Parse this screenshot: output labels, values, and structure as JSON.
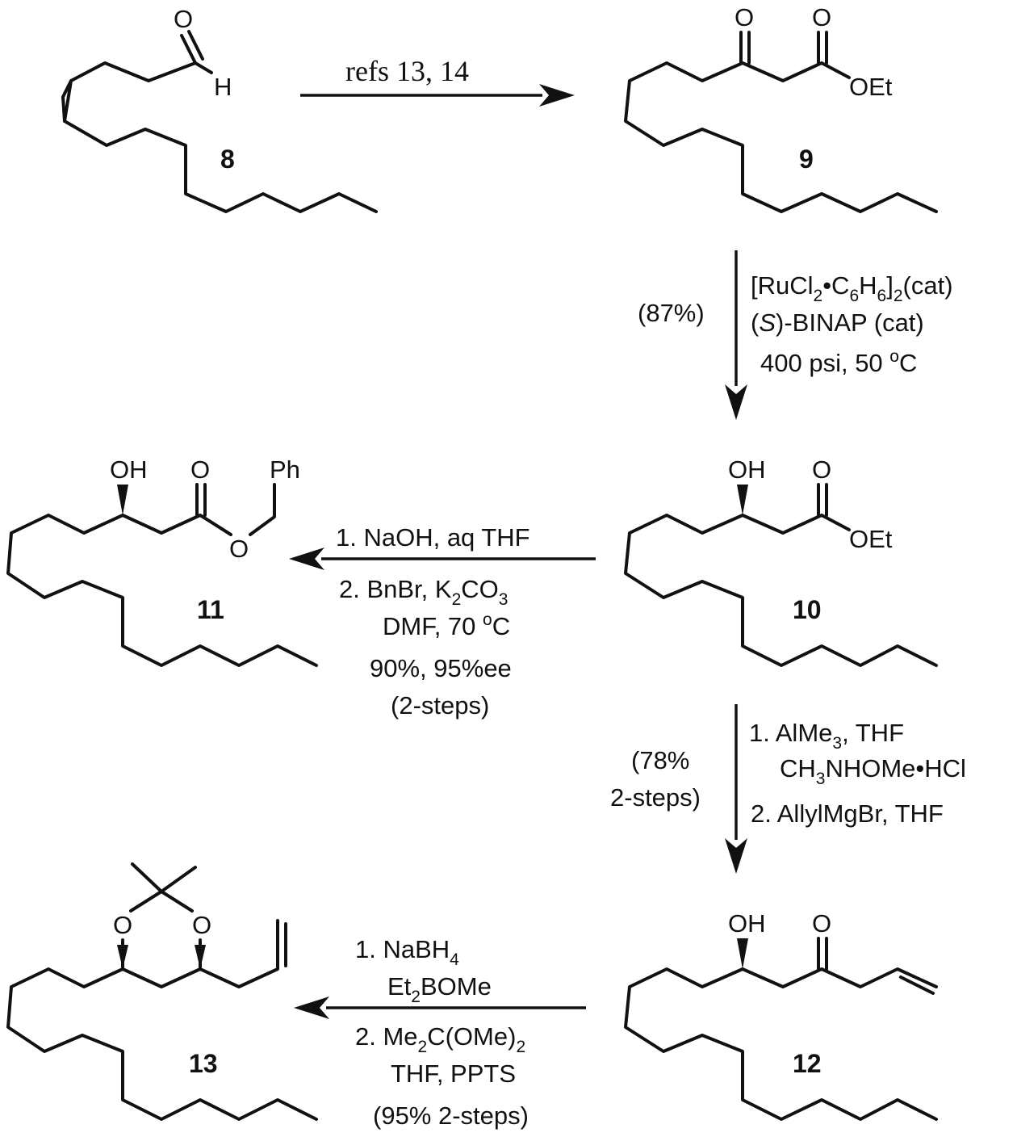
{
  "compounds": {
    "c8": {
      "number": "8",
      "atoms": {
        "O": "O",
        "H": "H"
      }
    },
    "c9": {
      "number": "9",
      "atoms": {
        "O1": "O",
        "O2": "O",
        "OEt": "OEt"
      }
    },
    "c10": {
      "number": "10",
      "atoms": {
        "OH": "OH",
        "O": "O",
        "OEt": "OEt"
      }
    },
    "c11": {
      "number": "11",
      "atoms": {
        "OH": "OH",
        "O1": "O",
        "O2": "O",
        "Ph": "Ph"
      }
    },
    "c12": {
      "number": "12",
      "atoms": {
        "OH": "OH",
        "O": "O"
      }
    },
    "c13": {
      "number": "13",
      "atoms": {
        "O1": "O",
        "O2": "O"
      }
    }
  },
  "steps": {
    "s1": {
      "conditions": "refs 13, 14"
    },
    "s2": {
      "yield": "(87%)",
      "l1": {
        "a": "[RuCl",
        "b": "2",
        "c": "•C",
        "d": "6",
        "e": "H",
        "f": "6",
        "g": "]",
        "h": "2",
        "i": "(cat)"
      },
      "l2": {
        "a": "(",
        "b": "S",
        "c": ")-BINAP (cat)"
      },
      "l3": {
        "a": "400 psi, 50 ",
        "b": "o",
        "c": "C"
      }
    },
    "s3": {
      "l1": "1. NaOH, aq THF",
      "l2": {
        "a": "2.  BnBr, K",
        "b": "2",
        "c": "CO",
        "d": "3"
      },
      "l3": {
        "a": "DMF, 70 ",
        "b": "o",
        "c": "C"
      },
      "l4": "90%, 95%ee",
      "l5": "(2-steps)"
    },
    "s4": {
      "yield1": "(78%",
      "yield2": "2-steps)",
      "l1": {
        "a": "1. AlMe",
        "b": "3",
        "c": ", THF"
      },
      "l2": {
        "a": "CH",
        "b": "3",
        "c": "NHOMe•HCl"
      },
      "l3": "2. AllylMgBr, THF"
    },
    "s5": {
      "l1": {
        "a": "1. NaBH",
        "b": "4"
      },
      "l2": {
        "a": "Et",
        "b": "2",
        "c": "BOMe"
      },
      "l3": {
        "a": "2. Me",
        "b": "2",
        "c": "C(OMe)",
        "d": "2"
      },
      "l4": "THF, PPTS",
      "l5": "(95% 2-steps)"
    }
  }
}
